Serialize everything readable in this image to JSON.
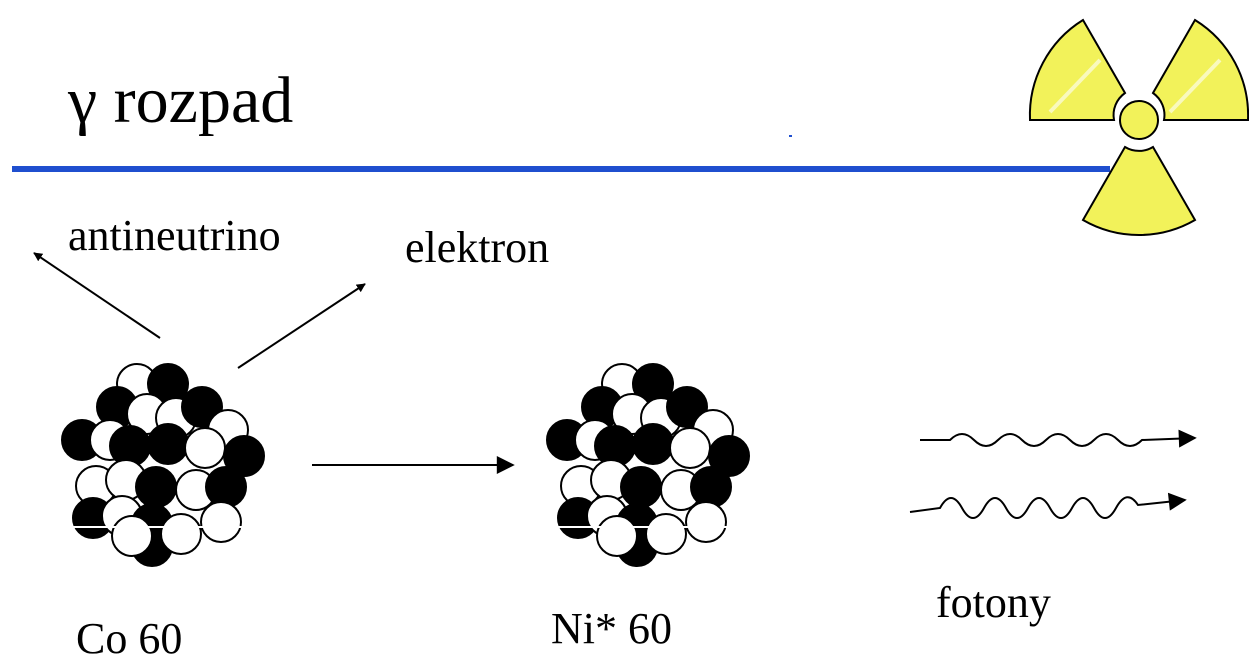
{
  "title": "γ rozpad",
  "labels": {
    "antineutrino": "antineutrino",
    "electron": "elektron",
    "photons": "fotony",
    "parent_nucleus": "Co 60",
    "daughter_nucleus": "Ni* 60"
  },
  "icons": {
    "radiation_symbol": "radiation-trefoil-icon"
  },
  "colors": {
    "title_rule": "#1f4fcf",
    "radiation_yellow": "#f2f25a",
    "neutron_fill": "#000000",
    "proton_fill": "#ffffff"
  }
}
